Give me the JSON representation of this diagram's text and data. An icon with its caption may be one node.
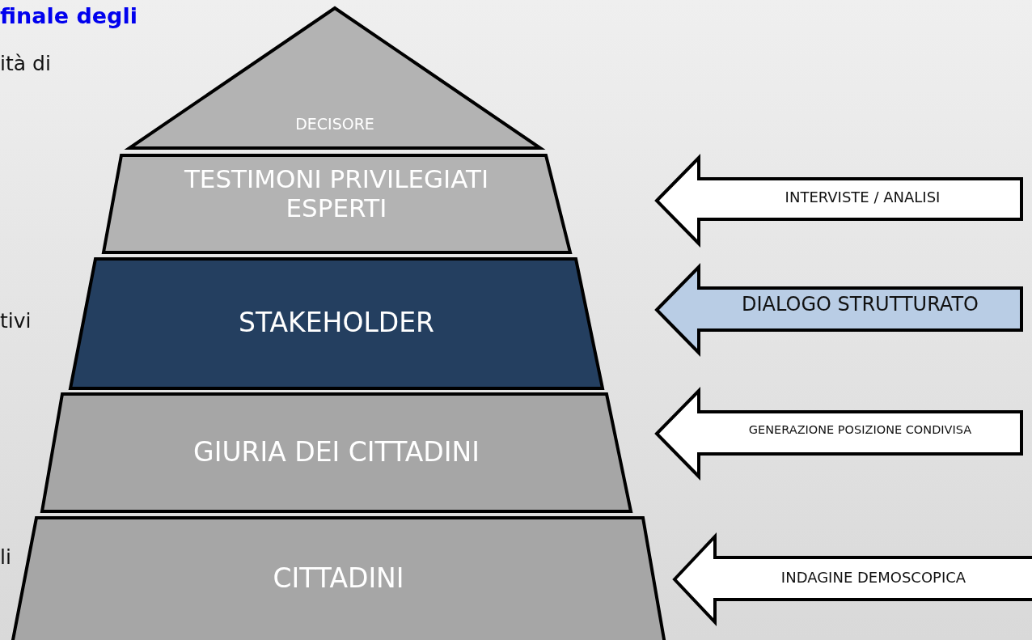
{
  "diagram": {
    "nodes": [
      {
        "text": [
          "DECISORE"
        ]
      },
      {
        "text": [
          "TESTIMONI PRIVILEGIATI ESPERTI"
        ]
      },
      {
        "text": [
          "STAKEHOLDER"
        ]
      },
      {
        "text": [
          "GIURIA DEI CITTADINI"
        ]
      },
      {
        "text": [
          "CITTADINI"
        ]
      },
      {
        "text": [
          "INTERVISTE / ANALISI"
        ]
      },
      {
        "text": [
          "DIALOGO STRUTTURATO"
        ]
      },
      {
        "text": [
          "GENERAZIONE POSIZIONE CONDIVISA"
        ]
      },
      {
        "text": [
          "INDAGINE DEMOSCOPICA"
        ]
      }
    ],
    "labels": [
      "finale degli",
      "ità di",
      "tivi",
      "li"
    ]
  }
}
